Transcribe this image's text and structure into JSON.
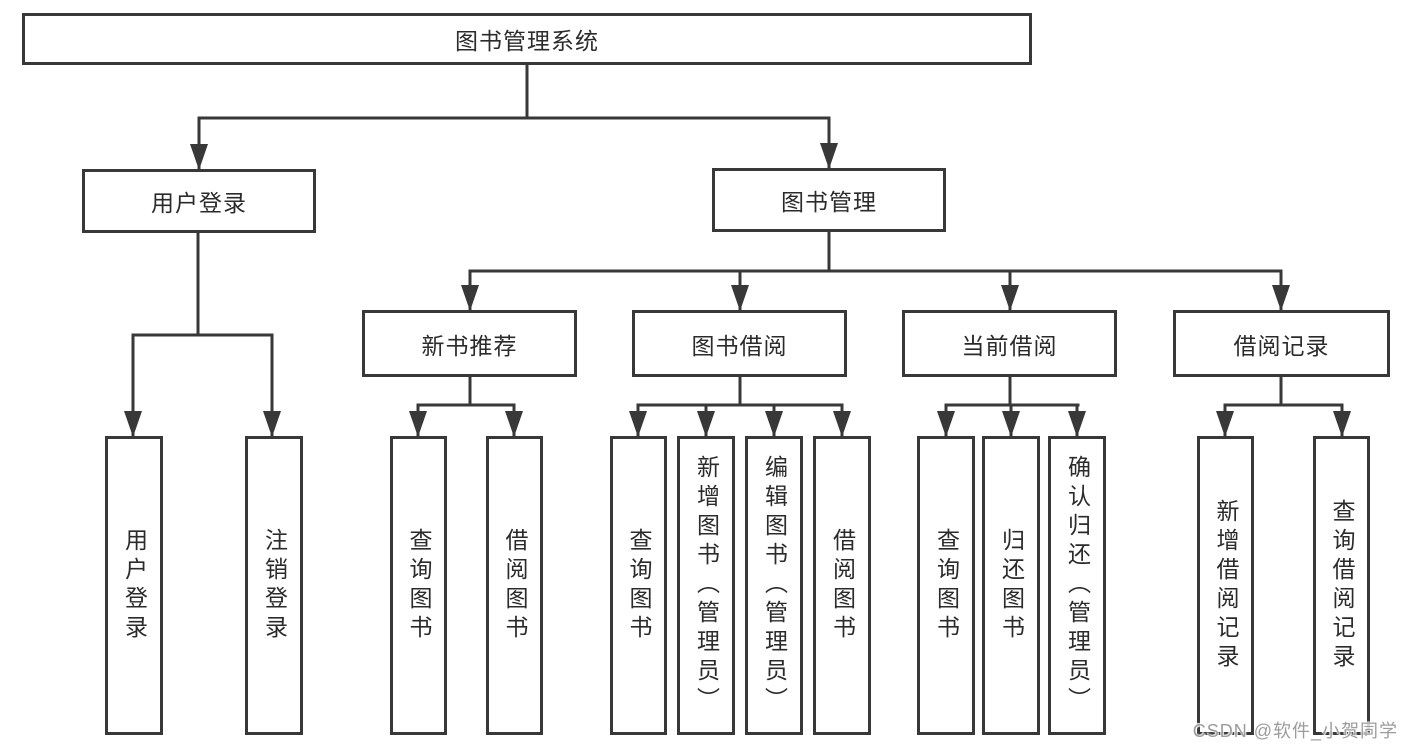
{
  "tree": {
    "root": {
      "label": "图书管理系统",
      "children": [
        {
          "label": "用户登录",
          "children": [
            {
              "label": "用户登录"
            },
            {
              "label": "注销登录"
            }
          ]
        },
        {
          "label": "图书管理",
          "children": [
            {
              "label": "新书推荐",
              "children": [
                {
                  "label": "查询图书"
                },
                {
                  "label": "借阅图书"
                }
              ]
            },
            {
              "label": "图书借阅",
              "children": [
                {
                  "label": "查询图书"
                },
                {
                  "label": "新增图书（管理员）"
                },
                {
                  "label": "编辑图书（管理员）"
                },
                {
                  "label": "借阅图书"
                }
              ]
            },
            {
              "label": "当前借阅",
              "children": [
                {
                  "label": "查询图书"
                },
                {
                  "label": "归还图书"
                },
                {
                  "label": "确认归还（管理员）"
                }
              ]
            },
            {
              "label": "借阅记录",
              "children": [
                {
                  "label": "新增借阅记录"
                },
                {
                  "label": "查询借阅记录"
                }
              ]
            }
          ]
        }
      ]
    }
  },
  "watermark": {
    "text": "CSDN @软件_小贺同学"
  },
  "colors": {
    "line": "#383838",
    "text": "#2b2b2b",
    "watermark_gray": "#9c9c9c",
    "background": "#ffffff"
  }
}
